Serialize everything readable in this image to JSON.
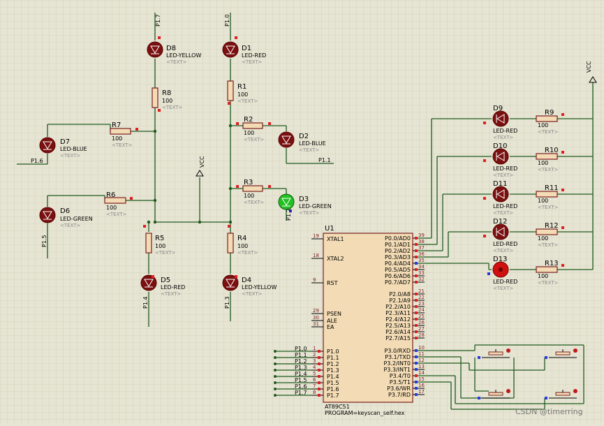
{
  "vcc": "VCC",
  "text_placeholder": "<TEXT>",
  "watermark": "CSDN @timerring",
  "leds_left": [
    {
      "ref": "D8",
      "type": "LED-YELLOW"
    },
    {
      "ref": "D1",
      "type": "LED-RED"
    },
    {
      "ref": "D7",
      "type": "LED-BLUE"
    },
    {
      "ref": "D2",
      "type": "LED-BLUE"
    },
    {
      "ref": "D3",
      "type": "LED-GREEN"
    },
    {
      "ref": "D6",
      "type": "LED-GREEN"
    },
    {
      "ref": "D5",
      "type": "LED-RED"
    },
    {
      "ref": "D4",
      "type": "LED-YELLOW"
    }
  ],
  "resistors_left": [
    {
      "ref": "R8",
      "value": "100"
    },
    {
      "ref": "R1",
      "value": "100"
    },
    {
      "ref": "R7",
      "value": "100"
    },
    {
      "ref": "R2",
      "value": "100"
    },
    {
      "ref": "R3",
      "value": "100"
    },
    {
      "ref": "R6",
      "value": "100"
    },
    {
      "ref": "R5",
      "value": "100"
    },
    {
      "ref": "R4",
      "value": "100"
    }
  ],
  "port_labels": [
    "P1.7",
    "P1.0",
    "P1.6",
    "P1.1",
    "P1.2",
    "P1.5",
    "P1.4",
    "P1.3"
  ],
  "right_leds": [
    {
      "ref": "D9",
      "type": "LED-RED",
      "res": "R9",
      "value": "100"
    },
    {
      "ref": "D10",
      "type": "LED-RED",
      "res": "R10",
      "value": "100"
    },
    {
      "ref": "D11",
      "type": "LED-RED",
      "res": "R11",
      "value": "100"
    },
    {
      "ref": "D12",
      "type": "LED-RED",
      "res": "R12",
      "value": "100"
    },
    {
      "ref": "D13",
      "type": "LED-RED",
      "res": "R13",
      "value": "100"
    }
  ],
  "mcu": {
    "ref": "U1",
    "part": "AT89C51",
    "program": "PROGRAM=keyscan_self.hex",
    "left_pins": [
      {
        "num": "19",
        "name": "XTAL1"
      },
      {
        "num": "18",
        "name": "XTAL2"
      },
      {
        "num": "9",
        "name": "RST"
      },
      {
        "num": "29",
        "name": "PSEN"
      },
      {
        "num": "30",
        "name": "ALE"
      },
      {
        "num": "31",
        "name": "EA"
      },
      {
        "num": "1",
        "name": "P1.0"
      },
      {
        "num": "2",
        "name": "P1.1"
      },
      {
        "num": "3",
        "name": "P1.2"
      },
      {
        "num": "4",
        "name": "P1.3"
      },
      {
        "num": "5",
        "name": "P1.4"
      },
      {
        "num": "6",
        "name": "P1.5"
      },
      {
        "num": "7",
        "name": "P1.6"
      },
      {
        "num": "8",
        "name": "P1.7"
      }
    ],
    "right_pins": [
      {
        "num": "39",
        "name": "P0.0/AD0"
      },
      {
        "num": "38",
        "name": "P0.1/AD1"
      },
      {
        "num": "37",
        "name": "P0.2/AD2"
      },
      {
        "num": "36",
        "name": "P0.3/AD3"
      },
      {
        "num": "35",
        "name": "P0.4/AD4"
      },
      {
        "num": "34",
        "name": "P0.5/AD5"
      },
      {
        "num": "33",
        "name": "P0.6/AD6"
      },
      {
        "num": "32",
        "name": "P0.7/AD7"
      },
      {
        "num": "21",
        "name": "P2.0/A8"
      },
      {
        "num": "22",
        "name": "P2.1/A9"
      },
      {
        "num": "23",
        "name": "P2.2/A10"
      },
      {
        "num": "24",
        "name": "P2.3/A11"
      },
      {
        "num": "25",
        "name": "P2.4/A12"
      },
      {
        "num": "26",
        "name": "P2.5/A13"
      },
      {
        "num": "27",
        "name": "P2.6/A14"
      },
      {
        "num": "28",
        "name": "P2.7/A15"
      },
      {
        "num": "10",
        "name": "P3.0/RXD"
      },
      {
        "num": "11",
        "name": "P3.1/TXD"
      },
      {
        "num": "12",
        "name": "P3.2/INT0"
      },
      {
        "num": "13",
        "name": "P3.3/INT1"
      },
      {
        "num": "14",
        "name": "P3.4/T0"
      },
      {
        "num": "15",
        "name": "P3.5/T1"
      },
      {
        "num": "16",
        "name": "P3.6/WR"
      },
      {
        "num": "17",
        "name": "P3.7/RD"
      }
    ],
    "net_labels": [
      "P1.0",
      "P1.1",
      "P1.2",
      "P1.3",
      "P1.4",
      "P1.5",
      "P1.6",
      "P1.7"
    ]
  }
}
